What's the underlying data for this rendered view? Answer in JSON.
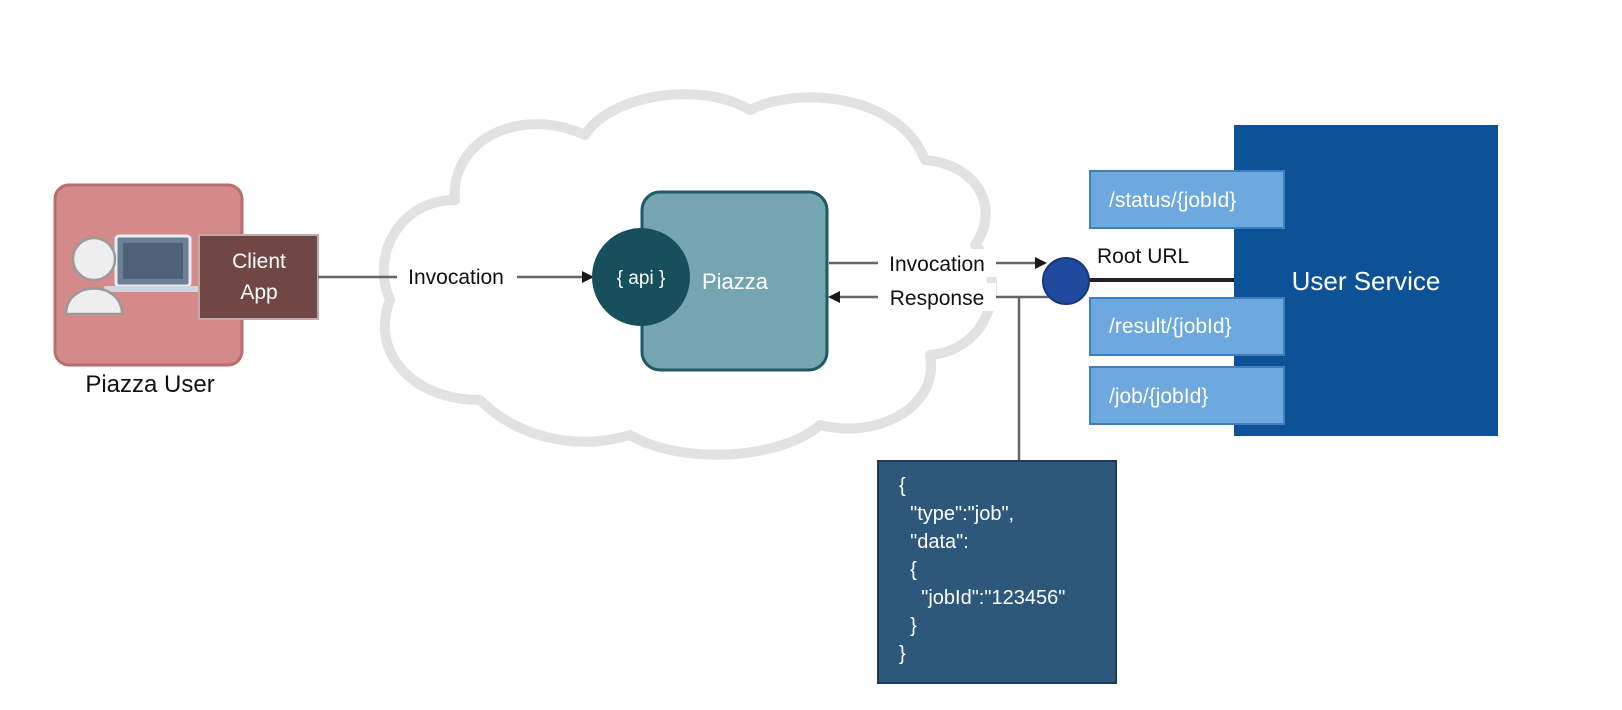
{
  "user": {
    "label": "Piazza User",
    "client_app_line1": "Client",
    "client_app_line2": "App"
  },
  "flow": {
    "left_invocation": "Invocation",
    "right_invocation": "Invocation",
    "response": "Response",
    "root_url": "Root URL"
  },
  "piazza": {
    "api_label": "{ api }",
    "label": "Piazza"
  },
  "service": {
    "label": "User Service",
    "endpoints": [
      "/status/{jobId}",
      "/result/{jobId}",
      "/job/{jobId}"
    ]
  },
  "payload": {
    "lines": [
      "{",
      "  \"type\":\"job\",",
      "  \"data\":",
      "  {",
      "    \"jobId\":\"123456\"",
      "  }",
      "}"
    ]
  },
  "colors": {
    "user_box": "#d48a89",
    "client_app": "#704744",
    "piazza_box": "#74a5b1",
    "api_circle": "#174f5c",
    "service": "#0d5196",
    "endpoint": "#6da8de",
    "root_dot": "#1f4aa0",
    "payload_box": "#2e587b",
    "cloud": "#e2e2e2"
  }
}
